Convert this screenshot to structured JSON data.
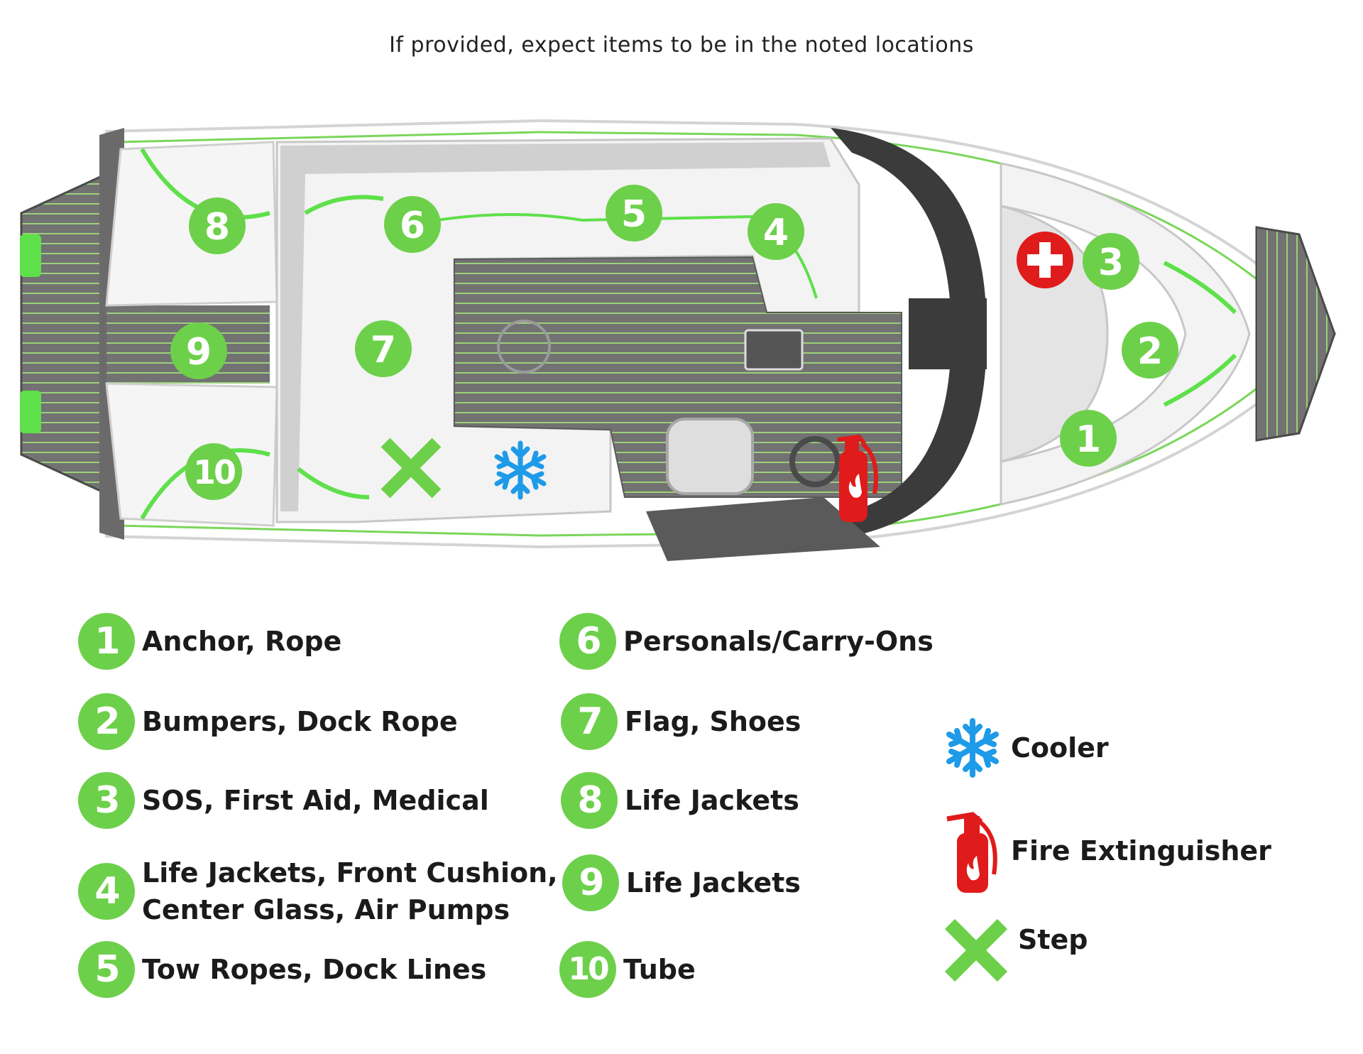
{
  "caption": "If provided, expect items to be in the noted locations",
  "colors": {
    "badge_green": "#6dd04a",
    "accent_green": "#5ee04a",
    "deck_gray": "#6e6e6e",
    "cushion_white": "#f4f4f4",
    "cushion_gray": "#cfcfcf",
    "cooler_blue": "#1e9be8",
    "extinguisher_red": "#e01b1b",
    "first_aid_red": "#e01b1b"
  },
  "boat_markers": [
    {
      "number": "1"
    },
    {
      "number": "2"
    },
    {
      "number": "3"
    },
    {
      "number": "4"
    },
    {
      "number": "5"
    },
    {
      "number": "6"
    },
    {
      "number": "7"
    },
    {
      "number": "8"
    },
    {
      "number": "9"
    },
    {
      "number": "10"
    }
  ],
  "boat_icons": [
    "first-aid-icon",
    "cooler-snowflake-icon",
    "step-x-icon",
    "fire-extinguisher-icon"
  ],
  "legend": [
    {
      "number": "1",
      "label": "Anchor, Rope"
    },
    {
      "number": "2",
      "label": "Bumpers, Dock Rope"
    },
    {
      "number": "3",
      "label": "SOS, First Aid, Medical"
    },
    {
      "number": "4",
      "label": "Life Jackets, Front Cushion,\nCenter Glass, Air Pumps"
    },
    {
      "number": "5",
      "label": "Tow Ropes, Dock Lines"
    },
    {
      "number": "6",
      "label": "Personals/Carry-Ons"
    },
    {
      "number": "7",
      "label": "Flag, Shoes"
    },
    {
      "number": "8",
      "label": "Life Jackets"
    },
    {
      "number": "9",
      "label": "Life Jackets"
    },
    {
      "number": "10",
      "label": "Tube"
    }
  ],
  "key": [
    {
      "icon": "snowflake-icon",
      "label": "Cooler"
    },
    {
      "icon": "fire-extinguisher-icon",
      "label": "Fire Extinguisher"
    },
    {
      "icon": "x-icon",
      "label": "Step"
    }
  ]
}
